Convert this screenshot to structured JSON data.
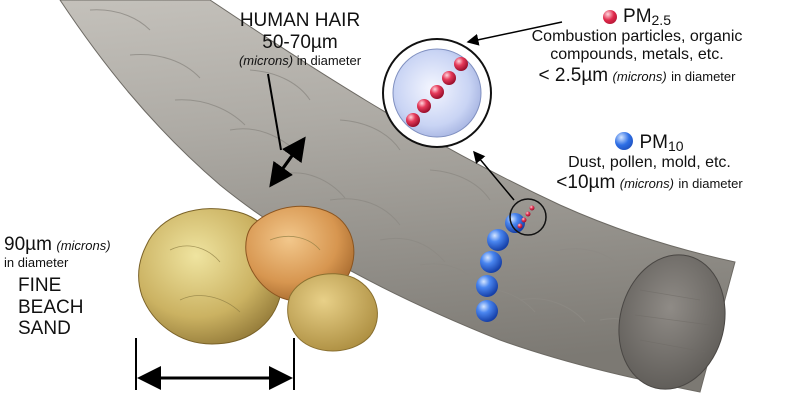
{
  "hair": {
    "title": "HUMAN HAIR",
    "size": "50-70",
    "unit": "µm",
    "note_italic": "(microns)",
    "note": "in diameter"
  },
  "pm25": {
    "name": "PM",
    "sub": "2.5",
    "desc_line1": "Combustion particles, organic",
    "desc_line2": "compounds, metals, etc.",
    "size": "< 2.5",
    "unit": "µm",
    "note_italic": "(microns)",
    "note": "in diameter",
    "color": "#e0284a"
  },
  "pm10": {
    "name": "PM",
    "sub": "10",
    "desc_line1": "Dust, pollen, mold, etc.",
    "size": "<10",
    "unit": "µm",
    "note_italic": "(microns)",
    "note": "in diameter",
    "color": "#2e6fe6"
  },
  "sand": {
    "size": "90",
    "unit": "µm",
    "note_italic": "(microns)",
    "note": "in diameter",
    "line1": "FINE",
    "line2": "BEACH",
    "line3": "SAND"
  }
}
